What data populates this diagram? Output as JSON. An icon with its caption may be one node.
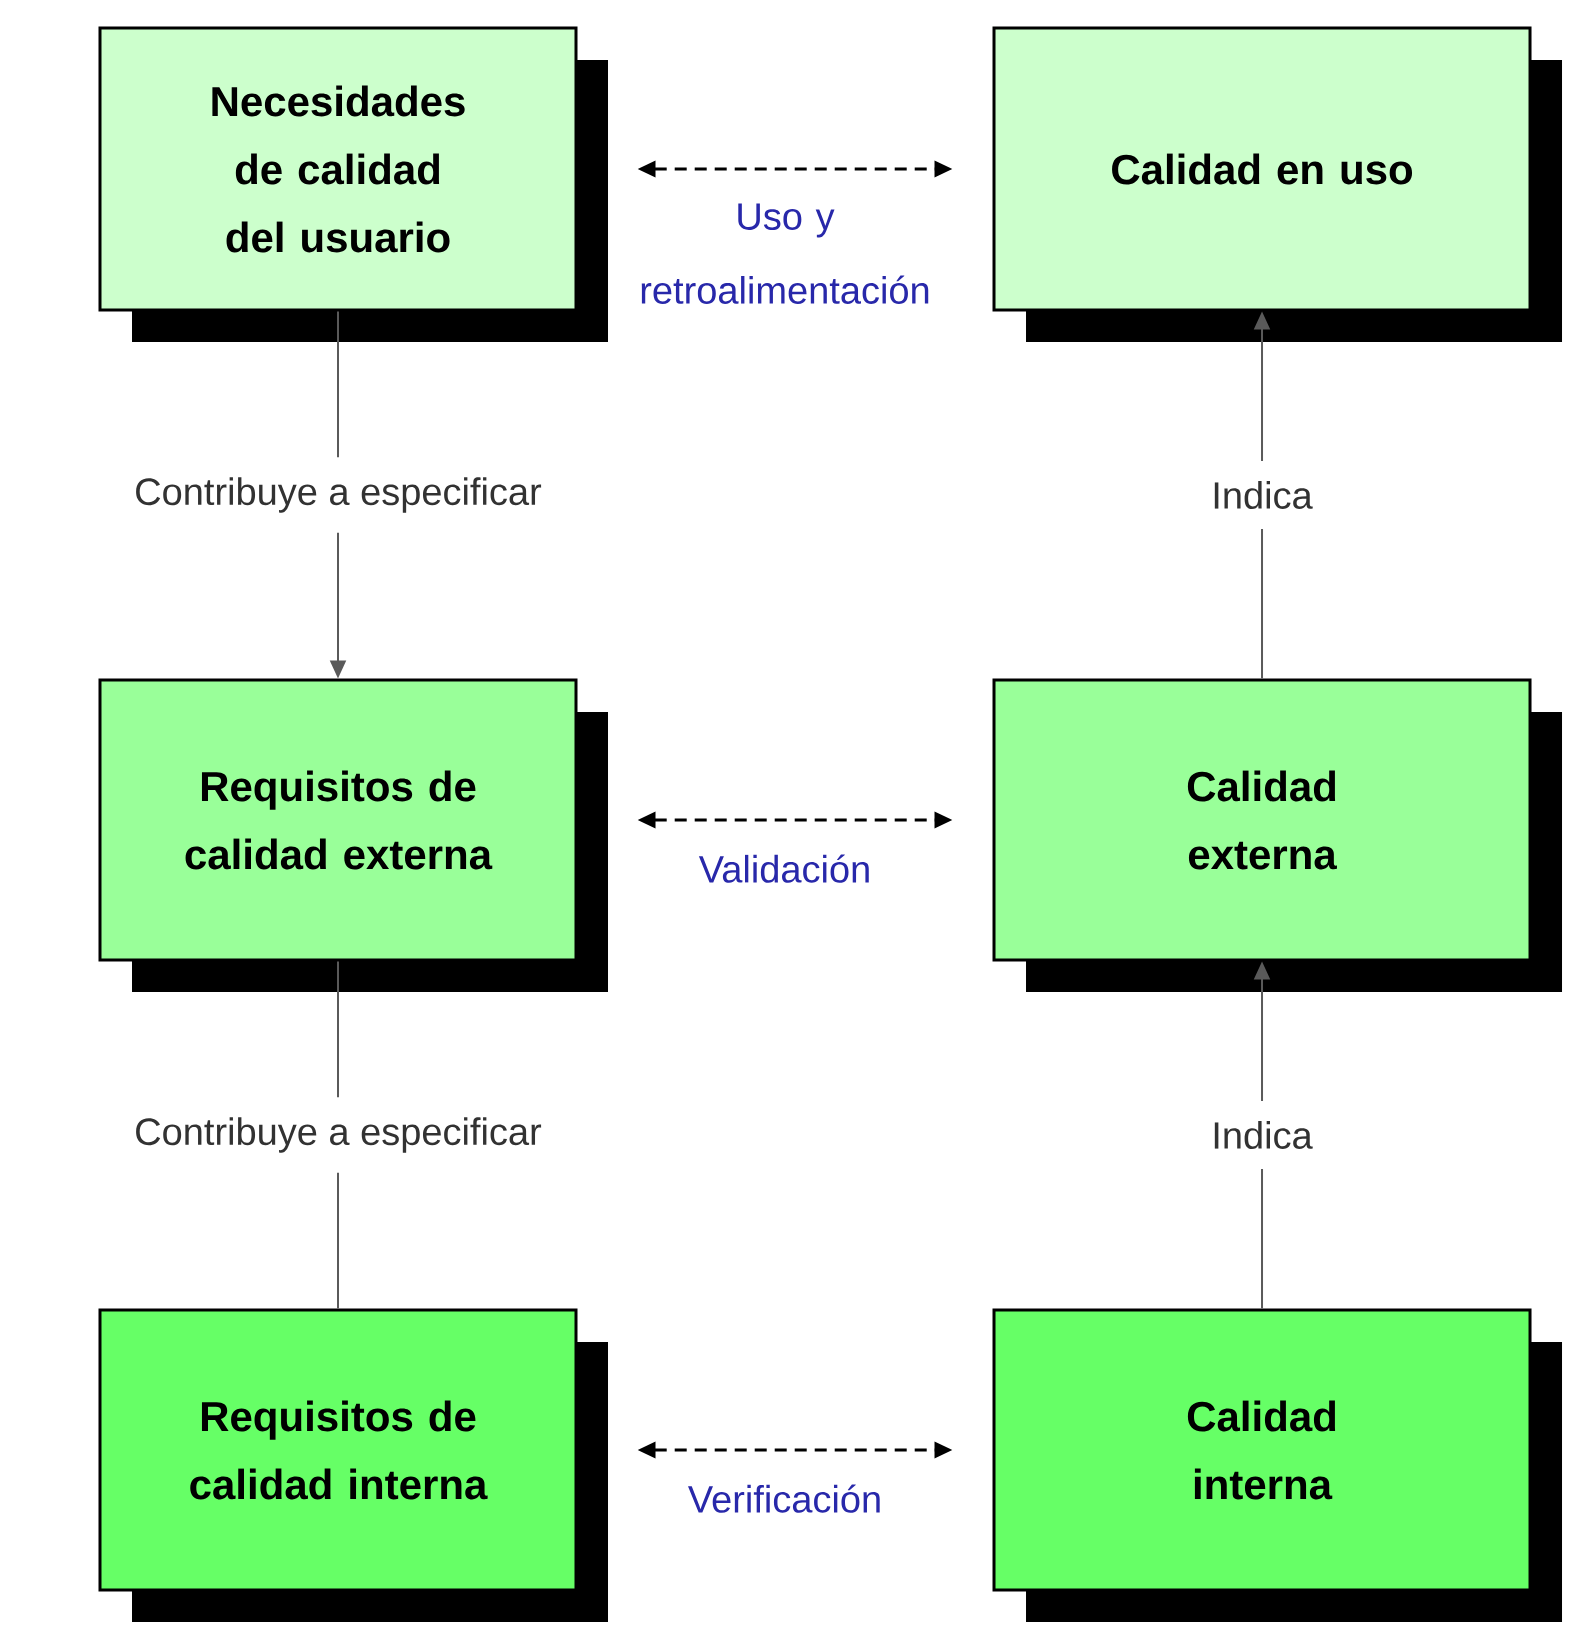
{
  "diagram": {
    "nodes": [
      {
        "text": [
          "Necesidades de calidad del usuario"
        ]
      },
      {
        "text": [
          "Calidad en uso"
        ]
      },
      {
        "text": [
          "Requisitos de calidad externa"
        ]
      },
      {
        "text": [
          "Calidad externa"
        ]
      },
      {
        "text": [
          "Requisitos de calidad interna"
        ]
      },
      {
        "text": [
          "Calidad interna"
        ]
      }
    ],
    "edges": [
      {
        "from": 0,
        "to": 1,
        "arrow": "both",
        "style": "dashed",
        "label": "Uso y retroalimentación"
      },
      {
        "from": 0,
        "to": 2,
        "arrow": "to",
        "label": "Contribuye a especificar"
      },
      {
        "from": 3,
        "to": 1,
        "arrow": "to",
        "label": "Indica"
      },
      {
        "from": 2,
        "to": 3,
        "arrow": "both",
        "style": "dashed",
        "label": "Validación"
      },
      {
        "from": 2,
        "to": 4,
        "arrow": "none",
        "label": "Contribuye a especificar"
      },
      {
        "from": 5,
        "to": 3,
        "arrow": "to",
        "label": "Indica"
      },
      {
        "from": 4,
        "to": 5,
        "arrow": "both",
        "style": "dashed",
        "label": "Verificación"
      }
    ]
  }
}
